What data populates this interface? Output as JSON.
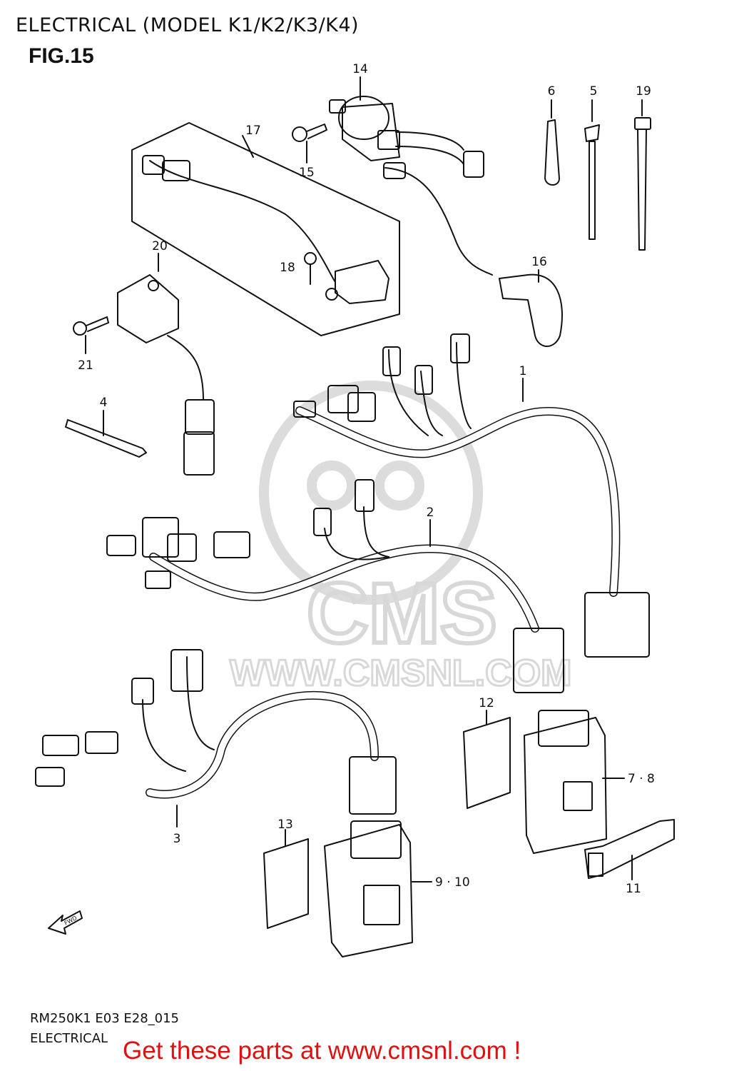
{
  "header": {
    "title": "ELECTRICAL (MODEL K1/K2/K3/K4)",
    "figure": "FIG.15"
  },
  "callouts": [
    {
      "id": "c14",
      "label": "14"
    },
    {
      "id": "c17",
      "label": "17"
    },
    {
      "id": "c15",
      "label": "15"
    },
    {
      "id": "c6",
      "label": "6"
    },
    {
      "id": "c5",
      "label": "5"
    },
    {
      "id": "c19",
      "label": "19"
    },
    {
      "id": "c20",
      "label": "20"
    },
    {
      "id": "c18",
      "label": "18"
    },
    {
      "id": "c16",
      "label": "16"
    },
    {
      "id": "c21",
      "label": "21"
    },
    {
      "id": "c1",
      "label": "1"
    },
    {
      "id": "c4",
      "label": "4"
    },
    {
      "id": "c2",
      "label": "2"
    },
    {
      "id": "c12",
      "label": "12"
    },
    {
      "id": "c78",
      "label": "7 · 8"
    },
    {
      "id": "c3",
      "label": "3"
    },
    {
      "id": "c13",
      "label": "13"
    },
    {
      "id": "c910",
      "label": "9 · 10"
    },
    {
      "id": "c11",
      "label": "11"
    }
  ],
  "direction_marker": {
    "label": "FWD",
    "icon": "fwd-arrow-icon"
  },
  "footer": {
    "code": "RM250K1 E03 E28_015",
    "section": "ELECTRICAL",
    "promo": "Get these parts at www.cmsnl.com !",
    "promo_color": "#e01010"
  },
  "watermark": {
    "brand": "CMS",
    "url": "WWW.CMSNL.COM",
    "color": "#d8d8d8"
  }
}
